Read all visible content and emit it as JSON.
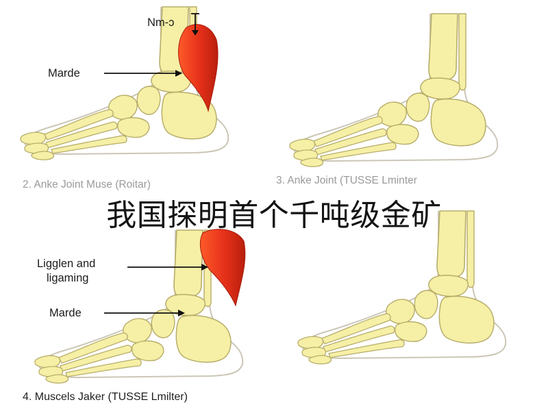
{
  "overlay_title": "我国探明首个千吨级金矿",
  "panel2": {
    "caption": "2. Anke Joint Muse (Roitar)",
    "label_top": "Nm-ɔ",
    "label_left": "Marde"
  },
  "panel3": {
    "caption": "3. Anke Joint (TUSSE Lminter"
  },
  "panel4": {
    "caption": "4. Muscels Jaker (TUSSE Lmilter)",
    "label_a_line1": "Ligglen and",
    "label_a_line2": "ligaming",
    "label_b": "Marde"
  },
  "colors": {
    "bone_fill": "#f6efa6",
    "bone_stroke": "#b7ad6a",
    "muscle": "#e8331c",
    "muscle_dark": "#b81f0c",
    "skin_outline": "#c9c4b4"
  }
}
